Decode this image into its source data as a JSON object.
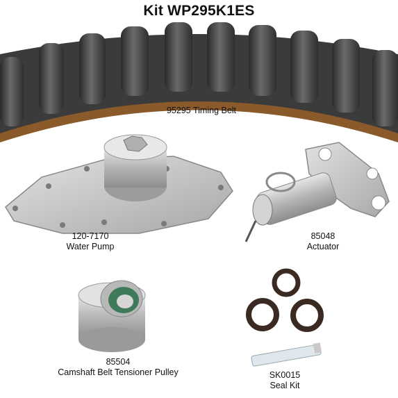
{
  "kit": {
    "title": "Kit WP295K1ES"
  },
  "parts": {
    "timing_belt": {
      "label": "95295 Timing Belt"
    },
    "water_pump": {
      "part_no": "120-7170",
      "name": "Water Pump"
    },
    "actuator": {
      "part_no": "85048",
      "name": "Actuator"
    },
    "pulley": {
      "part_no": "85504",
      "name": "Camshaft Belt Tensioner Pulley"
    },
    "seal_kit": {
      "part_no": "SK0015",
      "name": "Seal Kit"
    }
  },
  "colors": {
    "belt": "#3a3a3a",
    "belt_edge": "#8a5a2a",
    "metal": "#c8c8c8",
    "seal": "#3b2a22"
  }
}
